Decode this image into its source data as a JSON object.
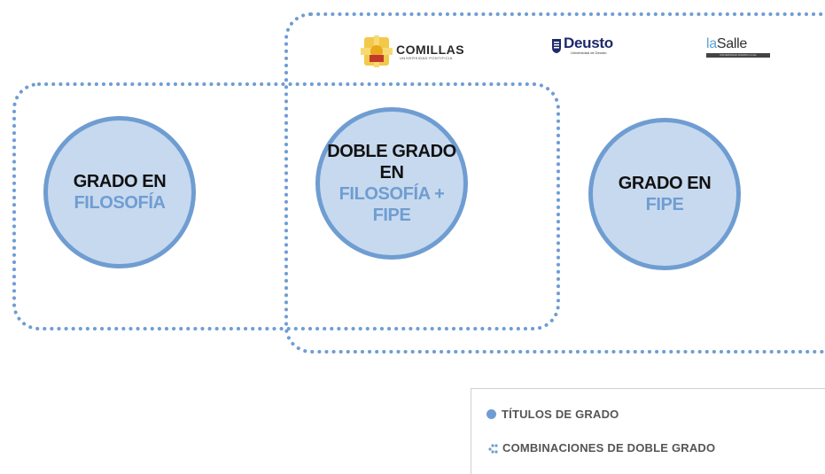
{
  "circles": [
    {
      "line1": "GRADO EN",
      "line2": "",
      "highlight": "FILOSOFÍA"
    },
    {
      "line1": "DOBLE GRADO",
      "line2": "EN",
      "highlight": "FILOSOFÍA + FIPE"
    },
    {
      "line1": "GRADO EN",
      "line2": "",
      "highlight": "FIPE"
    }
  ],
  "logos": {
    "comillas": {
      "name": "COMILLAS",
      "sub": "UNIVERSIDAD PONTIFICIA"
    },
    "deusto": {
      "name": "Deusto",
      "sub": "Universidad de Deusto"
    },
    "lasalle": {
      "name_la": "la",
      "name_salle": "Salle",
      "sub": "UNIVERSIDAD RAMON LLULL"
    }
  },
  "legend": {
    "titulos": "TÍTULOS DE GRADO",
    "combinaciones": "COMBINACIONES DE DOBLE GRADO"
  },
  "colors": {
    "circle_fill": "#c7d9ee",
    "circle_border": "#6f9dd2",
    "accent_text": "#6f9dd2",
    "frame_dots": "#6f9dd2"
  }
}
